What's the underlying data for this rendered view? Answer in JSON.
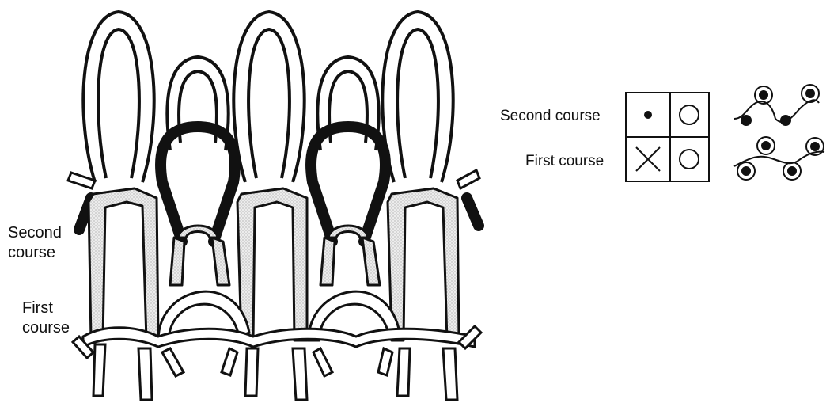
{
  "diagram": {
    "left_labels": {
      "second_course_line1": "Second",
      "second_course_line2": "course",
      "first_course_line1": "First",
      "first_course_line2": "course"
    },
    "notation": {
      "row_labels": {
        "second_course": "Second course",
        "first_course": "First course"
      },
      "cells": {
        "second_course": [
          "dot",
          "circle"
        ],
        "first_course": [
          "cross",
          "circle"
        ]
      }
    },
    "colors": {
      "stroke": "#111111",
      "yarn_fill": "#e6e6e6",
      "yarn_light": "#ffffff",
      "tuck_yarn": "#111111"
    }
  }
}
